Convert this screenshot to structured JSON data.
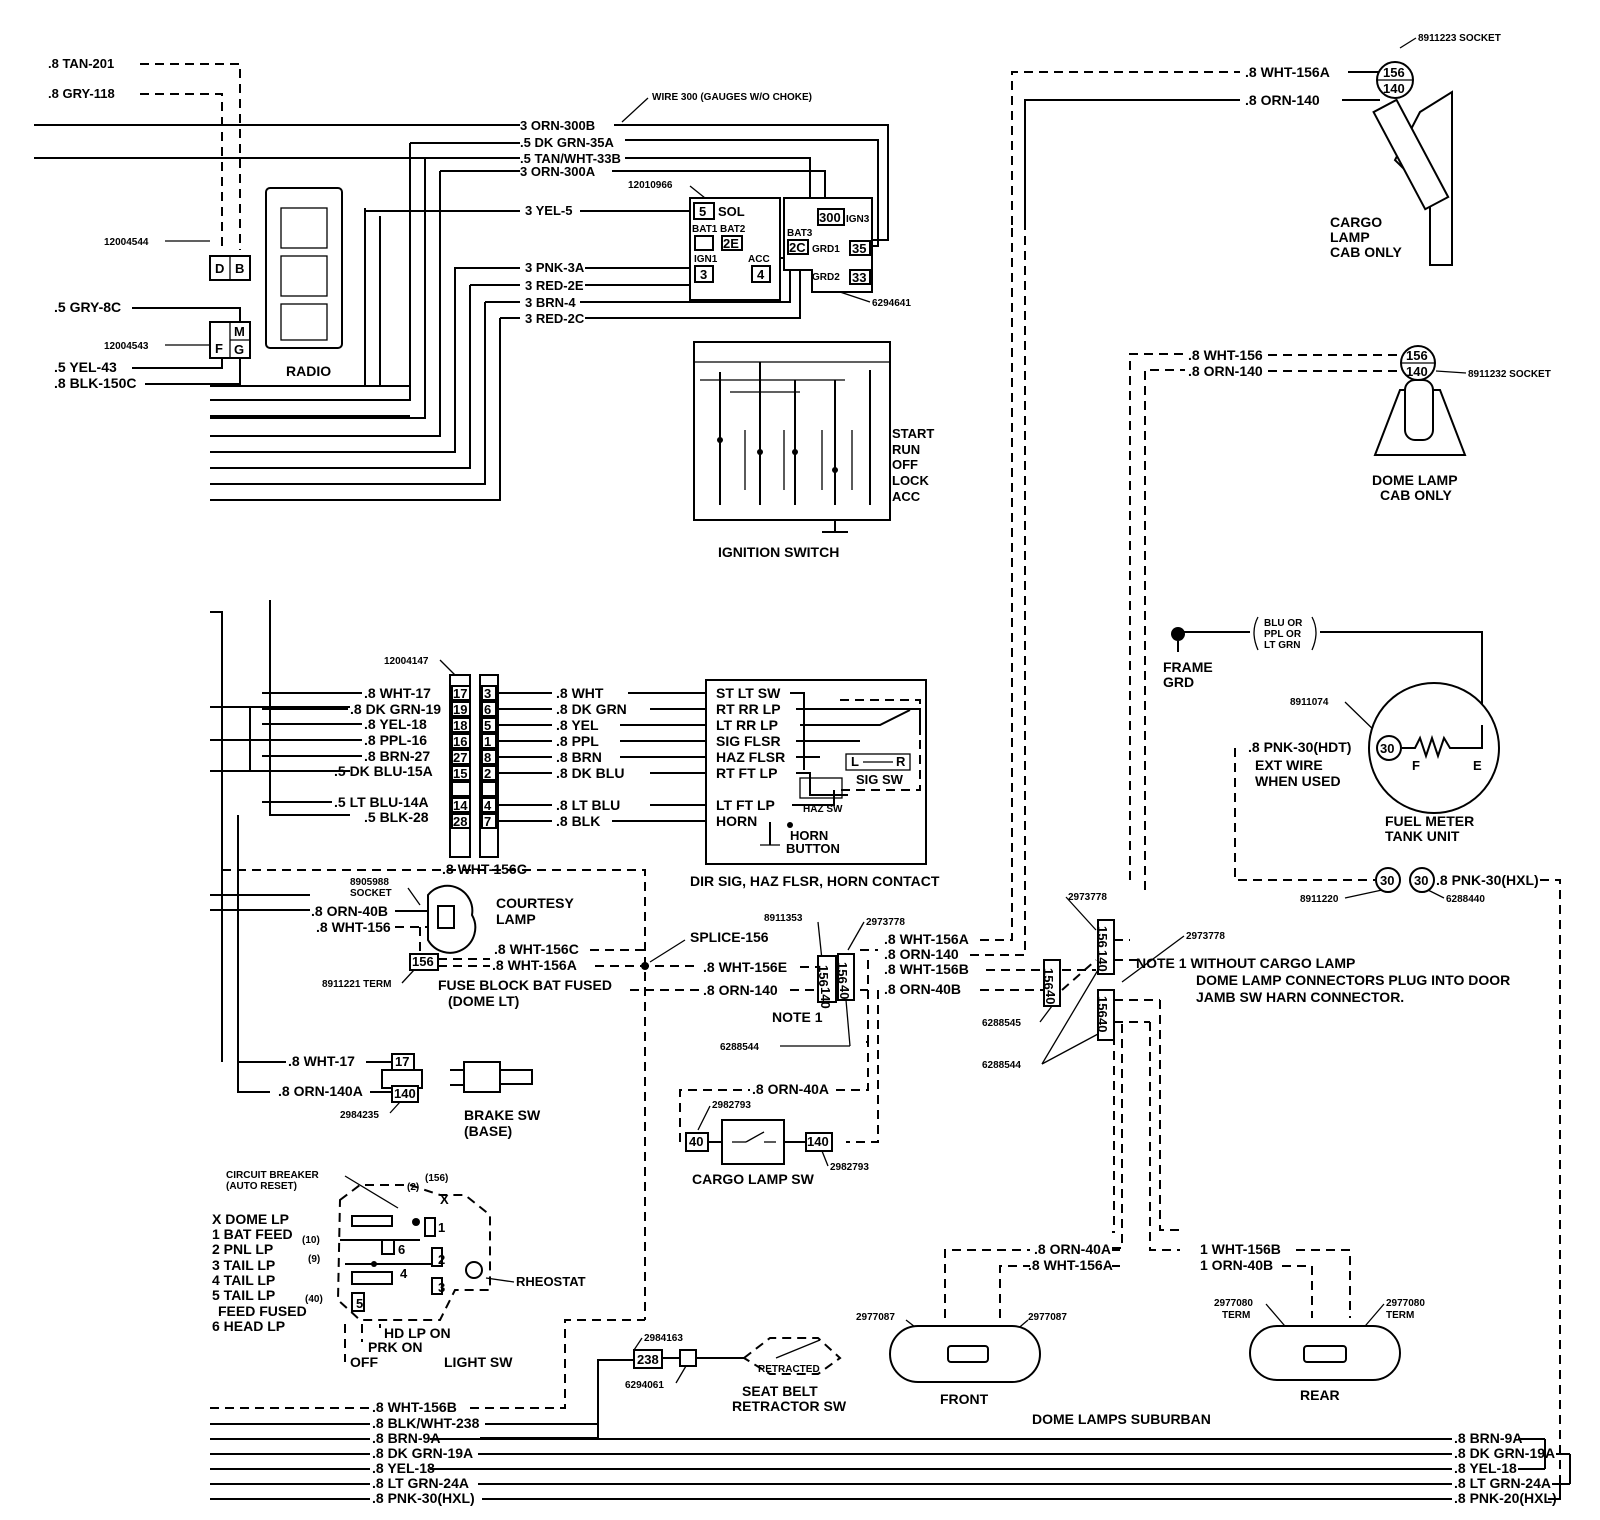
{
  "colors": {
    "ink": "#000000",
    "paper": "#ffffff"
  },
  "top": {
    "tan201": ".8 TAN-201",
    "gry118": ".8 GRY-118",
    "wire300_note": "WIRE 300 (GAUGES W/O CHOKE)",
    "orn300b": "3 ORN-300B",
    "dkgrn35a": ".5 DK GRN-35A",
    "tanwht33b": ".5 TAN/WHT-33B",
    "orn300a": "3 ORN-300A",
    "yel5": "3 YEL-5",
    "pnk3a": "3 PNK-3A",
    "red2e": "3 RED-2E",
    "brn4": "3 BRN-4",
    "red2c": "3 RED-2C",
    "gry8c": ".5 GRY-8C",
    "yel43": ".5 YEL-43",
    "blk150c": ".8 BLK-150C",
    "conn1": "12004544",
    "conn2": "12004543",
    "radio": "RADIO",
    "radio_pins": [
      "D",
      "B",
      "M",
      "F",
      "G"
    ],
    "ign_part": "12010966",
    "ign_conn_part": "6294641",
    "ign_terms": {
      "sol": "SOL",
      "sol_num": "5",
      "bat1": "BAT1",
      "bat2": "BAT2",
      "bat2_num": "2E",
      "ign1": "IGN1",
      "ign1_num": "3",
      "acc": "ACC",
      "acc_num": "4",
      "bat3": "BAT3",
      "bat3_num": "2C",
      "ign3": "IGN3",
      "ign3_num": "300",
      "grd1": "GRD1",
      "grd1_num": "35",
      "grd2": "GRD2",
      "grd2_num": "33"
    },
    "switch_positions": [
      "START",
      "RUN",
      "OFF",
      "LOCK",
      "ACC"
    ],
    "ignition_switch": "IGNITION SWITCH"
  },
  "cargo_lamp": {
    "socket": "8911223 SOCKET",
    "wht": ".8 WHT-156A",
    "orn": ".8 ORN-140",
    "pin_a": "156",
    "pin_b": "140",
    "label": [
      "CARGO",
      "LAMP",
      "CAB ONLY"
    ]
  },
  "dome_cab": {
    "wht": ".8 WHT-156",
    "orn": ".8 ORN-140",
    "socket": "8911232 SOCKET",
    "pin_a": "156",
    "pin_b": "140",
    "label": [
      "DOME LAMP",
      "CAB ONLY"
    ]
  },
  "fuel": {
    "wire_colors": [
      "BLU OR",
      "PPL OR",
      "LT GRN"
    ],
    "frame": [
      "FRAME",
      "GRD"
    ],
    "part": "8911074",
    "pnk_hdt": ".8 PNK-30(HDT)",
    "ext": [
      "EXT WIRE",
      "WHEN USED"
    ],
    "pin": "30",
    "f": "F",
    "e": "E",
    "label": [
      "FUEL METER",
      "TANK UNIT"
    ],
    "conn_a": "8911220",
    "conn_b": "6288440",
    "pnk_hxl": ".8 PNK-30(HXL)"
  },
  "fuse_block": {
    "part": "12004147",
    "left_wires": [
      ".8 WHT-17",
      ".8 DK GRN-19",
      ".8 YEL-18",
      ".8 PPL-16",
      ".8 BRN-27",
      ".5 DK BLU-15A",
      ".5 LT BLU-14A",
      ".5 BLK-28"
    ],
    "left_pins": [
      "17",
      "19",
      "18",
      "16",
      "27",
      "15",
      "",
      "14",
      "28"
    ],
    "right_pins": [
      "3",
      "6",
      "5",
      "1",
      "8",
      "2",
      "",
      "4",
      "7"
    ],
    "right_wires": [
      ".8 WHT",
      ".8 DK GRN",
      ".8 YEL",
      ".8 PPL",
      ".8 BRN",
      ".8 DK BLU",
      ".8 LT BLU",
      ".8 BLK"
    ],
    "switch_terms": [
      "ST LT SW",
      "RT RR LP",
      "LT RR LP",
      "SIG FLSR",
      "HAZ FLSR",
      "RT FT LP",
      "LT FT LP",
      "HORN"
    ],
    "haz_sw": "HAZ SW",
    "sig_sw": "SIG SW",
    "l": "L",
    "r": "R",
    "horn_button": [
      "HORN",
      "BUTTON"
    ],
    "dir_sig": "DIR SIG, HAZ FLSR, HORN CONTACT",
    "wht156c": ".8 WHT-156C"
  },
  "courtesy": {
    "socket": [
      "8905988",
      "SOCKET"
    ],
    "orn40b": ".8 ORN-40B",
    "wht156": ".8 WHT-156",
    "label": [
      "COURTESY",
      "LAMP"
    ],
    "wht156c": ".8 WHT-156C",
    "wht156a": ".8 WHT-156A",
    "term_pin": "156",
    "term": "8911221 TERM",
    "fuse_bat": [
      "FUSE BLOCK BAT FUSED",
      "(DOME LT)"
    ],
    "splice": "SPLICE-156"
  },
  "center": {
    "part_a": "8911353",
    "part_b": "2973778",
    "wht156e": ".8 WHT-156E",
    "orn140": ".8 ORN-140",
    "pin_a": "156",
    "pin_b": "140",
    "pin_c": "156",
    "pin_d": "40",
    "note1": "NOTE 1",
    "part_c": "6288544",
    "wht156a": ".8 WHT-156A",
    "orn140b": ".8 ORN-140",
    "wht156b": ".8 WHT-156B",
    "orn40b": ".8 ORN-40B"
  },
  "right_conn": {
    "part_a": "2973778",
    "part_b": "2973778",
    "part_c": "6288545",
    "part_d": "6288544",
    "pins": [
      "156",
      "140",
      "156",
      "40",
      "156",
      "40"
    ],
    "note": [
      "NOTE 1 WITHOUT CARGO LAMP",
      "DOME LAMP CONNECTORS PLUG INTO DOOR",
      "JAMB SW HARN CONNECTOR."
    ]
  },
  "brake": {
    "wht17": ".8 WHT-17",
    "orn140a": ".8 ORN-140A",
    "pin_a": "17",
    "pin_b": "140",
    "part": "2984235",
    "label": [
      "BRAKE SW",
      "(BASE)"
    ]
  },
  "cargo_sw": {
    "orn40a": ".8 ORN-40A",
    "part": "2982793",
    "pin_a": "40",
    "pin_b": "140",
    "part_b": "2982793",
    "label": "CARGO LAMP SW"
  },
  "light_sw": {
    "breaker": [
      "CIRCUIT BREAKER",
      "(AUTO RESET)"
    ],
    "legend": [
      "X DOME LP",
      "1 BAT FEED",
      "2 PNL LP",
      "3 TAIL LP",
      "4 TAIL LP",
      "5 TAIL LP",
      "FEED FUSED",
      "6 HEAD LP"
    ],
    "circuits": [
      "(2)",
      "(156)",
      "(10)",
      "(9)",
      "(40)"
    ],
    "terms": [
      "X",
      "1",
      "2",
      "3",
      "4",
      "5",
      "6"
    ],
    "rheostat": "RHEOSTAT",
    "positions": [
      "HD LP ON",
      "PRK ON",
      "OFF"
    ],
    "label": "LIGHT SW"
  },
  "seat_belt": {
    "part_a": "2984163",
    "pin": "238",
    "part_b": "6294061",
    "retracted": "RETRACTED",
    "label": [
      "SEAT BELT",
      "RETRACTOR SW"
    ]
  },
  "suburban": {
    "orn40a": ".8 ORN-40A",
    "wht156a": ".8 WHT-156A",
    "wht156b": "1 WHT-156B",
    "orn40b": "1 ORN-40B",
    "part_front_a": "2977087",
    "part_front_b": "2977087",
    "term_a": [
      "2977080",
      "TERM"
    ],
    "term_b": [
      "2977080",
      "TERM"
    ],
    "front": "FRONT",
    "rear": "REAR",
    "label": "DOME LAMPS  SUBURBAN"
  },
  "bottom": {
    "left": [
      ".8 WHT-156B",
      ".8 BLK/WHT-238",
      ".8 BRN-9A",
      ".8 DK GRN-19A",
      ".8 YEL-18",
      ".8 LT GRN-24A",
      ".8 PNK-30(HXL)"
    ],
    "right": [
      ".8 BRN-9A",
      ".8 DK GRN-19A",
      ".8 YEL-18",
      ".8 LT GRN-24A",
      ".8 PNK-20(HXL)"
    ]
  }
}
